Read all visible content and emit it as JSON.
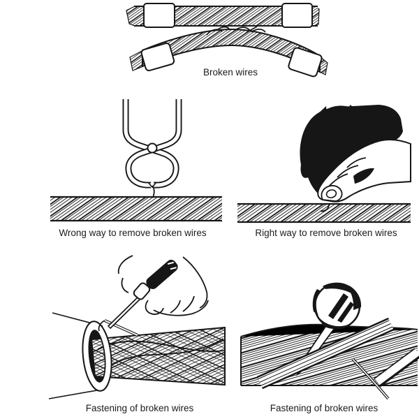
{
  "page": {
    "background_color": "#ffffff",
    "ink_color": "#161616",
    "text_color": "#1b1b1b"
  },
  "figures": {
    "broken_wires": {
      "caption": "Broken wires",
      "icon": "frayed-wire-rope-illustration"
    },
    "wrong_way": {
      "caption": "Wrong way to remove broken wires",
      "icon": "pincers-pulling-wire-illustration"
    },
    "right_way": {
      "caption": "Right way to remove broken wires",
      "icon": "hand-bending-wire-illustration"
    },
    "fastening_left": {
      "caption": "Fastening of broken wires",
      "icon": "spike-tool-and-ferrule-illustration"
    },
    "fastening_right": {
      "caption": "Fastening of broken wires",
      "icon": "ball-spike-tucking-wire-illustration"
    }
  }
}
